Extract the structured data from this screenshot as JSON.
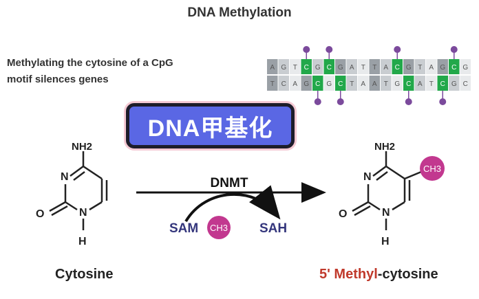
{
  "title": "DNA Methylation",
  "subtitle": {
    "line1": "Methylating the cytosine of a CpG",
    "line2": "motif silences genes"
  },
  "banner": "DNA甲基化",
  "reaction": {
    "enzyme": "DNMT",
    "donor": "SAM",
    "methyl_group": "CH3",
    "product_byproduct": "SAH"
  },
  "molecules": {
    "left_name": "Cytosine",
    "right_name_prefix": "5' Methyl",
    "right_name_suffix": "-cytosine",
    "amine": "NH2",
    "nitrogen": "N",
    "oxygen": "O",
    "hydrogen": "H"
  },
  "dna_strip": {
    "top": [
      "A",
      "G",
      "T",
      "C",
      "G",
      "C",
      "G",
      "A",
      "T",
      "T",
      "A",
      "C",
      "G",
      "T",
      "A",
      "G",
      "C",
      "G"
    ],
    "bottom": [
      "T",
      "C",
      "A",
      "G",
      "C",
      "G",
      "C",
      "T",
      "A",
      "A",
      "T",
      "G",
      "C",
      "A",
      "T",
      "C",
      "G",
      "C"
    ]
  },
  "colors": {
    "methyl_magenta": "#c2388f",
    "label_navy": "#34367c",
    "product_red": "#c0392b",
    "banner_blue": "#5a67e4",
    "cpg_green": "#22a84a",
    "methyl_pin": "#7b4a9c"
  }
}
